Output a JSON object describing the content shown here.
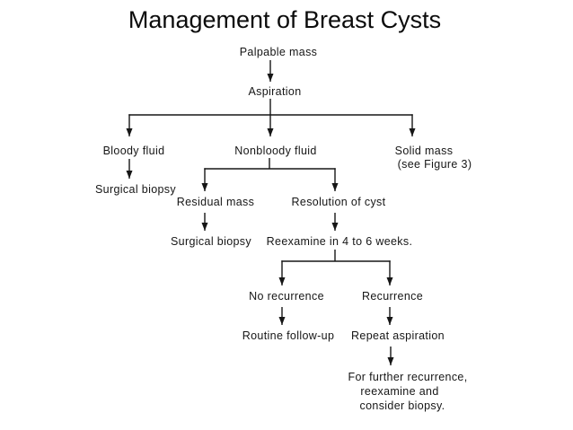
{
  "title": "Management of Breast Cysts",
  "colors": {
    "background": "#ffffff",
    "ink": "#000000"
  },
  "diagram": {
    "type": "flowchart",
    "nodes": {
      "palpable_mass": "Palpable mass",
      "aspiration": "Aspiration",
      "bloody_fluid": "Bloody fluid",
      "nonbloody_fluid": "Nonbloody fluid",
      "solid_mass": "Solid mass",
      "solid_mass_note": "(see Figure 3)",
      "surgical_biopsy_left": "Surgical biopsy",
      "residual_mass": "Residual mass",
      "resolution_of_cyst": "Resolution of cyst",
      "surgical_biopsy_mid": "Surgical biopsy",
      "reexamine": "Reexamine in 4 to 6 weeks.",
      "no_recurrence": "No recurrence",
      "recurrence": "Recurrence",
      "routine_follow_up": "Routine follow-up",
      "repeat_aspiration": "Repeat aspiration",
      "further_line1": "For further recurrence,",
      "further_line2": "reexamine and",
      "further_line3": "consider biopsy."
    },
    "edges": [
      {
        "from": "Palpable mass",
        "to": "Aspiration"
      },
      {
        "from": "Aspiration",
        "to": "Bloody fluid"
      },
      {
        "from": "Aspiration",
        "to": "Nonbloody fluid"
      },
      {
        "from": "Aspiration",
        "to": "Solid mass (see Figure 3)"
      },
      {
        "from": "Bloody fluid",
        "to": "Surgical biopsy"
      },
      {
        "from": "Nonbloody fluid",
        "to": "Residual mass"
      },
      {
        "from": "Nonbloody fluid",
        "to": "Resolution of cyst"
      },
      {
        "from": "Residual mass",
        "to": "Surgical biopsy"
      },
      {
        "from": "Resolution of cyst",
        "to": "Reexamine in 4 to 6 weeks."
      },
      {
        "from": "Reexamine in 4 to 6 weeks.",
        "to": "No recurrence"
      },
      {
        "from": "Reexamine in 4 to 6 weeks.",
        "to": "Recurrence"
      },
      {
        "from": "No recurrence",
        "to": "Routine follow-up"
      },
      {
        "from": "Recurrence",
        "to": "Repeat aspiration"
      },
      {
        "from": "Repeat aspiration",
        "to": "For further recurrence, reexamine and consider biopsy."
      }
    ]
  }
}
